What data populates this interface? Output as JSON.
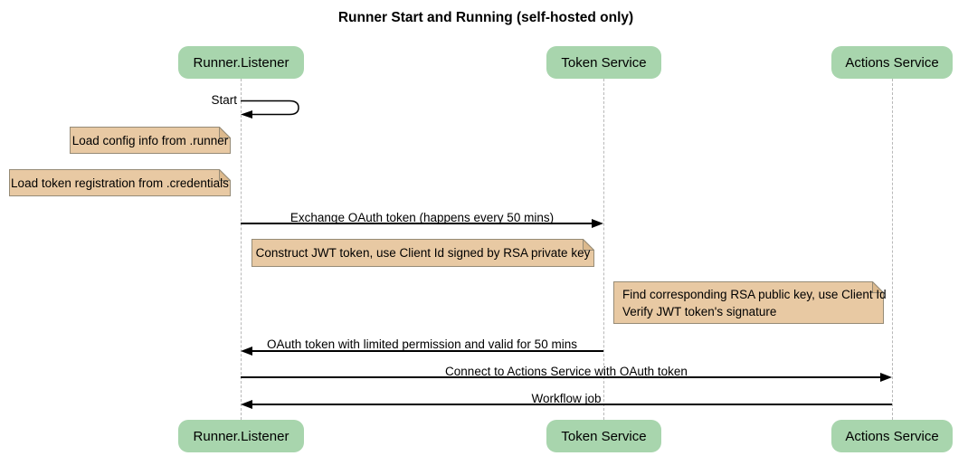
{
  "title": "Runner Start and Running (self-hosted only)",
  "participants": [
    {
      "name": "Runner.Listener"
    },
    {
      "name": "Token Service"
    },
    {
      "name": "Actions Service"
    }
  ],
  "messages": {
    "start": "Start",
    "exchange": "Exchange OAuth token (happens every 50 mins)",
    "oauth_return": "OAuth token with limited permission and valid for 50 mins",
    "connect": "Connect to Actions Service with OAuth token",
    "workflow": "Workflow job"
  },
  "notes": {
    "load_config": "Load config info from .runner",
    "load_credentials": "Load token registration from .credentials",
    "construct_jwt": "Construct JWT token, use Client Id signed by RSA private key",
    "verify_jwt_line1": "Find corresponding RSA public key, use Client Id",
    "verify_jwt_line2": "Verify JWT token's signature"
  },
  "colors": {
    "participant_fill": "#a8d5ad",
    "note_fill": "#e8c9a3",
    "note_border": "#968b76",
    "note_fold": "#dcb98d",
    "lifeline": "#b8b8b8",
    "message_line": "#000000",
    "text": "#000000"
  }
}
